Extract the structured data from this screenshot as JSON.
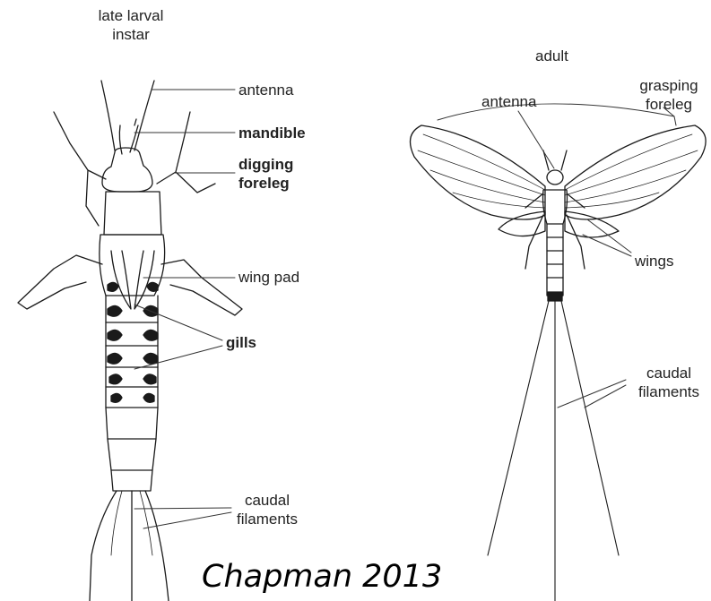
{
  "larva": {
    "title_line1": "late larval",
    "title_line2": "instar",
    "labels": {
      "antenna": "antenna",
      "mandible": "mandible",
      "digging_line1": "digging",
      "digging_line2": "foreleg",
      "wing_pad": "wing pad",
      "gills": "gills",
      "caudal_line1": "caudal",
      "caudal_line2": "filaments"
    }
  },
  "adult": {
    "title": "adult",
    "labels": {
      "grasping_line1": "grasping",
      "grasping_line2": "foreleg",
      "antenna": "antenna",
      "wings": "wings",
      "caudal_line1": "caudal",
      "caudal_line2": "filaments"
    }
  },
  "credit": "Chapman 2013",
  "colors": {
    "line": "#1a1a1a",
    "background": "#ffffff"
  }
}
